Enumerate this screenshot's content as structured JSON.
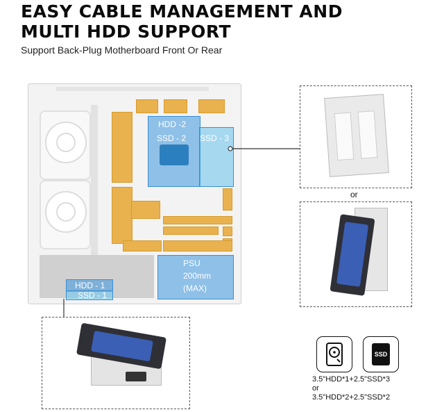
{
  "header": {
    "title_line1": "EASY CABLE MANAGEMENT AND",
    "title_line2": "MULTI HDD SUPPORT",
    "subtitle": "Support Back-Plug Motherboard Front Or Rear"
  },
  "case_labels": {
    "hdd2": "HDD -2",
    "ssd2": "SSD - 2",
    "ssd3": "SSD - 3",
    "hdd1": "HDD - 1",
    "ssd1": "SSD - 1",
    "psu_line1": "PSU",
    "psu_line2": "200mm",
    "psu_line3": "(MAX)"
  },
  "callouts": {
    "or_label": "or"
  },
  "icons": {
    "hdd_icon": "hdd-icon",
    "ssd_icon": "ssd-icon",
    "ssd_text": "SSD"
  },
  "specs": {
    "line1": "3.5\"HDD*1+2.5\"SSD*3",
    "or_label": "or",
    "line2": "3.5\"HDD*2+2.5\"SSD*2"
  },
  "colors": {
    "amber": "#e9b24e",
    "blue_overlay": "#3c96dc",
    "hdd_label": "#3a5fb5"
  }
}
